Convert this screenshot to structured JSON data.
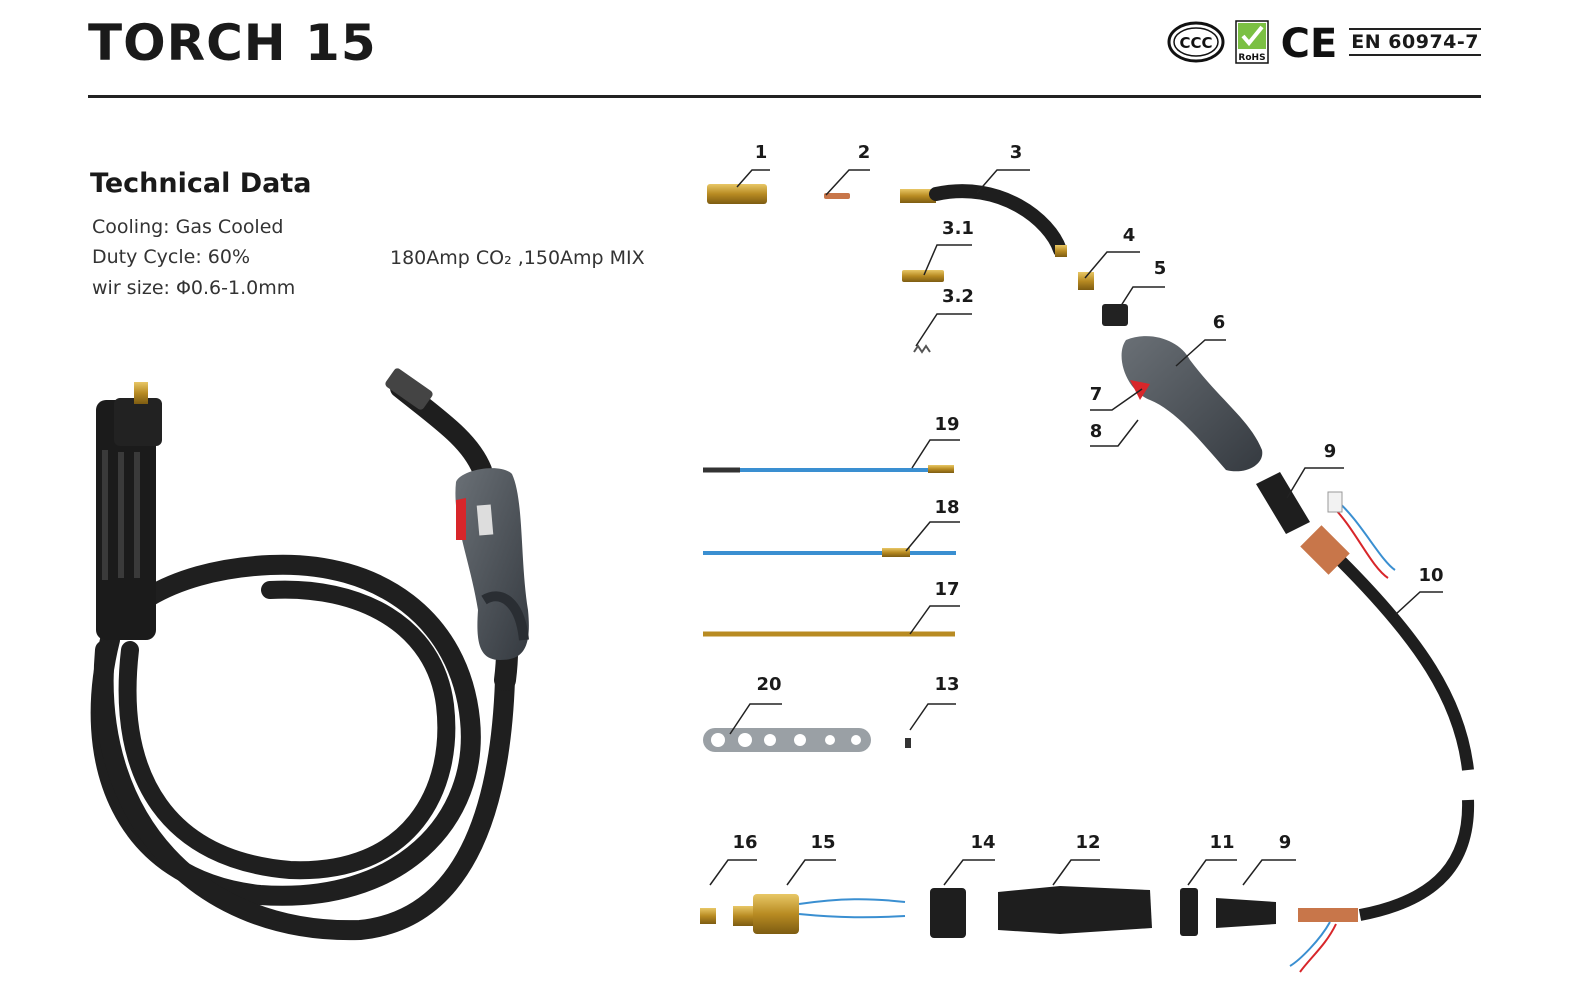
{
  "header": {
    "title": "TORCH 15",
    "certs": {
      "ccc": "CCC",
      "rohs": "RoHS",
      "ce": "CE",
      "standard": "EN 60974-7"
    }
  },
  "technical": {
    "heading": "Technical Data",
    "cooling": "Cooling: Gas Cooled",
    "duty": "Duty Cycle: 60%",
    "wire": "wir size:  Φ0.6-1.0mm",
    "rating": "180Amp CO₂ ,150Amp MIX"
  },
  "part_labels": [
    "1",
    "2",
    "3",
    "3.1",
    "3.2",
    "4",
    "5",
    "6",
    "7",
    "8",
    "9",
    "10",
    "19",
    "18",
    "17",
    "20",
    "13",
    "16",
    "15",
    "14",
    "12",
    "11",
    "9"
  ],
  "colors": {
    "brass": "#c9a23a",
    "copper": "#c8764a",
    "rubber": "#2a2a2a",
    "liner_blue": "#3a8fd1",
    "trigger_red": "#d8262a",
    "handle_gray": "#4a4f55"
  }
}
